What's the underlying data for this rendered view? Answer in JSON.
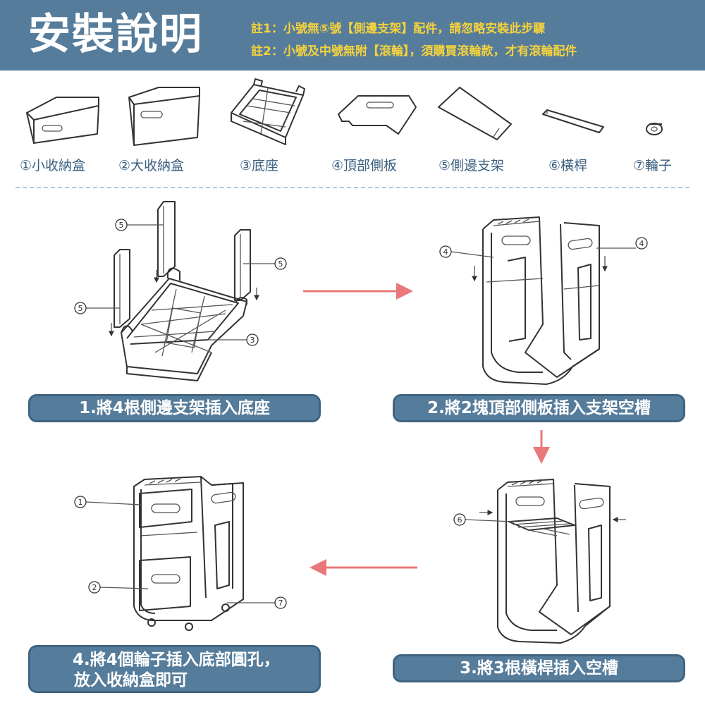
{
  "header": {
    "title": "安裝說明",
    "note1": "註1：小號無⑤號【側邊支架】配件，請忽略安裝此步驟",
    "note2": "註2：小號及中號無附【滾輪】，須購買滾輪款，才有滾輪配件"
  },
  "parts": [
    {
      "label": "①小收納盒",
      "icon": "small-box-icon"
    },
    {
      "label": "②大收納盒",
      "icon": "large-box-icon"
    },
    {
      "label": "③底座",
      "icon": "base-icon"
    },
    {
      "label": "④頂部側板",
      "icon": "top-panel-icon"
    },
    {
      "label": "⑤側邊支架",
      "icon": "side-bracket-icon"
    },
    {
      "label": "⑥橫桿",
      "icon": "crossbar-icon"
    },
    {
      "label": "⑦輪子",
      "icon": "wheel-icon"
    }
  ],
  "steps": {
    "step1": "1.將4根側邊支架插入底座",
    "step2": "2.將2塊頂部側板插入支架空槽",
    "step3": "3.將3根橫桿插入空槽",
    "step4_line1": "4.將4個輪子插入底部圓孔，",
    "step4_line2": "放入收納盒即可"
  },
  "callouts": {
    "one": "1",
    "two": "2",
    "three": "3",
    "four": "4",
    "five": "5",
    "six": "6",
    "seven": "7"
  },
  "colors": {
    "header_bg": "#567c9b",
    "note_text": "#f4d23c",
    "part_label": "#3a5f80",
    "step_bg": "#567c9b",
    "arrow": "#e8787a",
    "divider": "#a9c8e6"
  }
}
